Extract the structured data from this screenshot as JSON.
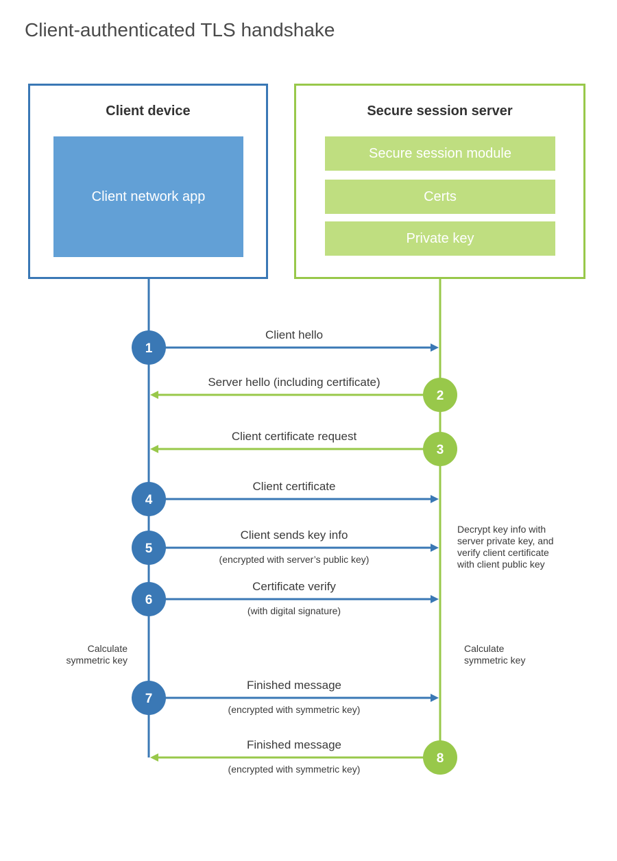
{
  "title": "Client-authenticated TLS handshake",
  "colors": {
    "client": "#3a78b5",
    "server": "#98c84a",
    "client_fill": "#62a0d6",
    "server_fill": "#bfde80"
  },
  "client": {
    "title": "Client device",
    "app_label": "Client network app"
  },
  "server": {
    "title": "Secure session server",
    "blocks": [
      "Secure session module",
      "Certs",
      "Private key"
    ]
  },
  "steps": [
    {
      "num": "1",
      "dir": "to_server",
      "label": "Client hello",
      "sub": ""
    },
    {
      "num": "2",
      "dir": "to_client",
      "label": "Server hello (including certificate)",
      "sub": ""
    },
    {
      "num": "3",
      "dir": "to_client",
      "label": "Client certificate request",
      "sub": ""
    },
    {
      "num": "4",
      "dir": "to_server",
      "label": "Client certificate",
      "sub": ""
    },
    {
      "num": "5",
      "dir": "to_server",
      "label": "Client sends key info",
      "sub": "(encrypted with server’s public key)"
    },
    {
      "num": "6",
      "dir": "to_server",
      "label": "Certificate verify",
      "sub": "(with digital signature)"
    },
    {
      "num": "7",
      "dir": "to_server",
      "label": "Finished message",
      "sub": "(encrypted with symmetric key)"
    },
    {
      "num": "8",
      "dir": "to_client",
      "label": "Finished message",
      "sub": "(encrypted with symmetric key)"
    }
  ],
  "notes": {
    "server_decrypt": "Decrypt key info with\nserver private key, and\nverify client certificate\nwith client public key",
    "client_calc": "Calculate\nsymmetric key",
    "server_calc": "Calculate\nsymmetric key"
  }
}
